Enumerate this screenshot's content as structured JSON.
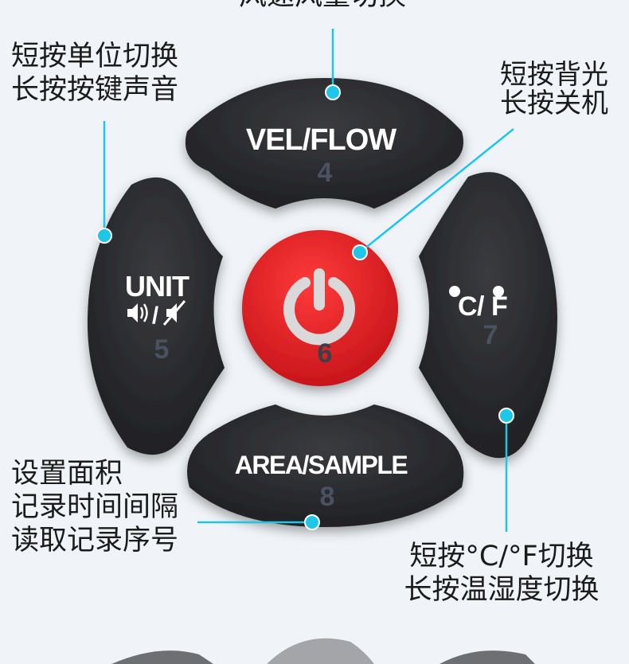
{
  "top_label": "风速风量切换",
  "unit_label": {
    "line1": "短按单位切换",
    "line2": "长按按键声音"
  },
  "backlight_label": {
    "line1": "短按背光",
    "line2": "长按关机"
  },
  "area_label": {
    "line1": "设置面积",
    "line2": "记录时间间隔",
    "line3": "读取记录序号"
  },
  "temp_label": {
    "line1": "短按°C/°F切换",
    "line2": "长按温湿度切换"
  },
  "buttons": {
    "vel_flow": {
      "text": "VEL/FLOW",
      "number": "4"
    },
    "unit": {
      "text": "UNIT",
      "sound_sep": "/",
      "number": "5"
    },
    "power": {
      "number": "6"
    },
    "temp": {
      "text": "C/ F",
      "number": "7"
    },
    "area": {
      "text": "AREA/SAMPLE",
      "number": "8"
    }
  },
  "colors": {
    "background": "#f0f4f8",
    "button_dark": "#2a2b2e",
    "power_red": "#e01f24",
    "number_gray": "#4a5260",
    "callout_cyan": "#1ec6e8"
  }
}
